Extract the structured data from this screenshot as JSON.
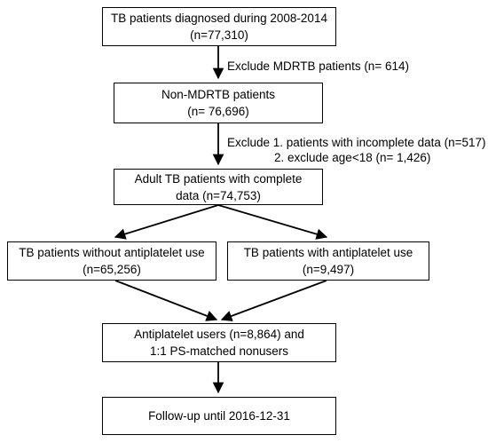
{
  "boxes": {
    "diagnosed": {
      "line1": "TB patients diagnosed during 2008-2014",
      "line2": "(n=77,310)"
    },
    "non_mdrtb": {
      "line1": "Non-MDRTB patients",
      "line2": "(n= 76,696)"
    },
    "adult": {
      "line1": "Adult TB patients with complete",
      "line2": "data (n=74,753)"
    },
    "without_antiplatelet": {
      "line1": "TB patients without antiplatelet use",
      "line2": "(n=65,256)"
    },
    "with_antiplatelet": {
      "line1": "TB patients with antiplatelet use",
      "line2": "(n=9,497)"
    },
    "matched": {
      "line1": "Antiplatelet users (n=8,864) and",
      "line2": "1:1 PS-matched nonusers"
    },
    "followup": {
      "line1": "Follow-up until 2016-12-31"
    }
  },
  "exclusions": {
    "mdrtb": "Exclude MDRTB patients (n= 614)",
    "criteria_line1": "Exclude 1. patients with incomplete data (n=517)",
    "criteria_line2": "2. exclude age<18 (n= 1,426)"
  }
}
